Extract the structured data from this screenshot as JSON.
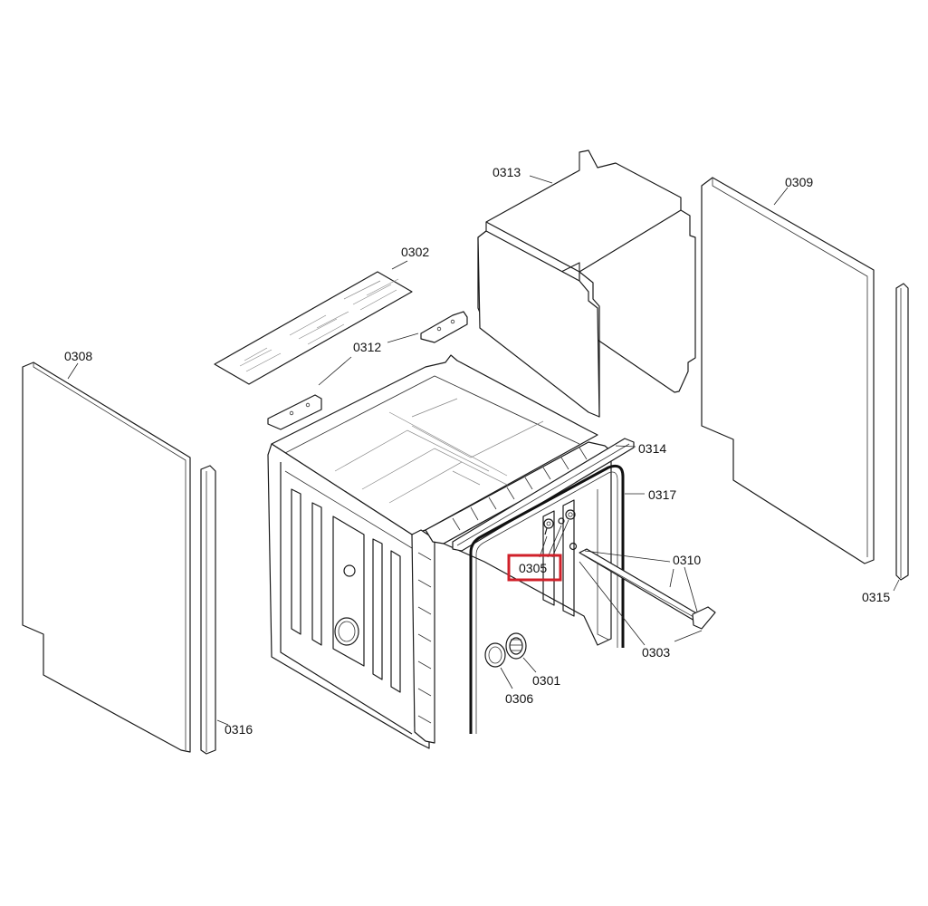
{
  "part_labels": {
    "p0313": "0313",
    "p0309": "0309",
    "p0302": "0302",
    "p0312": "0312",
    "p0308": "0308",
    "p0314": "0314",
    "p0317": "0317",
    "p0310": "0310",
    "p0305": "0305",
    "p0315": "0315",
    "p0303": "0303",
    "p0301": "0301",
    "p0306": "0306",
    "p0316": "0316"
  },
  "highlight": {
    "part": "0305",
    "color": "#d0202a"
  }
}
